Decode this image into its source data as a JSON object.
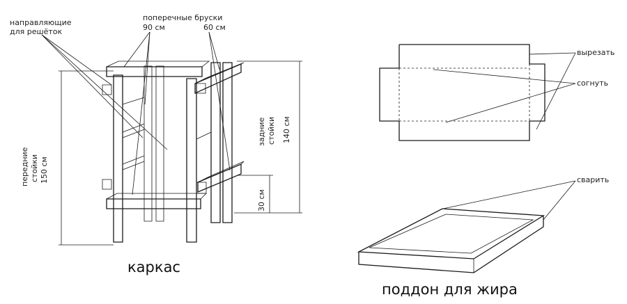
{
  "frame": {
    "guides_label_line1": "направляющие",
    "guides_label_line2": "для решёток",
    "crossbars_label": "поперечные бруски",
    "crossbar_90": "90 см",
    "crossbar_60": "60 см",
    "front_posts_line1": "передние",
    "front_posts_line2": "стойки",
    "front_posts_size": "150 см",
    "rear_posts_line1": "задние",
    "rear_posts_line2": "стойки",
    "rear_posts_size": "140 см",
    "height_30": "30 см",
    "caption": "каркас"
  },
  "tray": {
    "cut_label": "вырезать",
    "bend_label": "согнуть",
    "weld_label": "сварить",
    "caption": "поддон для жира"
  }
}
